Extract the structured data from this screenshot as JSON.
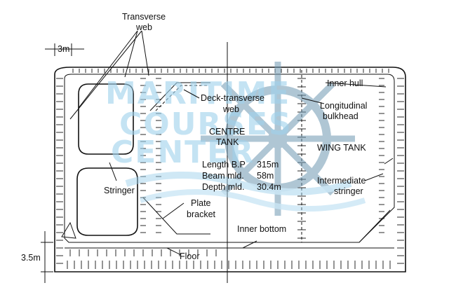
{
  "diagram": {
    "labels": {
      "transverse_web_1": "Transverse",
      "transverse_web_2": "web",
      "dim_3m": "3m",
      "deck_transverse_web_1": "Deck-transverse",
      "deck_transverse_web_2": "web",
      "inner_hull": "Inner hull",
      "longitudinal_bulkhead_1": "Longitudinal",
      "longitudinal_bulkhead_2": "bulkhead",
      "centre_tank_1": "CENTRE",
      "centre_tank_2": "TANK",
      "wing_tank": "WING TANK",
      "length_bp_label": "Length B.P",
      "length_bp_value": "315m",
      "beam_label": "Beam mld.",
      "beam_value": "58m",
      "depth_label": "Depth mld.",
      "depth_value": "30.4m",
      "stringer": "Stringer",
      "intermediate_stringer_1": "Intermediate",
      "intermediate_stringer_2": "stringer",
      "plate_bracket_1": "Plate",
      "plate_bracket_2": "bracket",
      "inner_bottom": "Inner bottom",
      "dim_3_5m": "3.5m",
      "floor": "Floor"
    },
    "watermark": {
      "line1": "MARITIME",
      "line2": "COURSES",
      "line3": "CENTER",
      "color": "#9fd2ec",
      "icon": "ship-wheel-icon"
    }
  }
}
